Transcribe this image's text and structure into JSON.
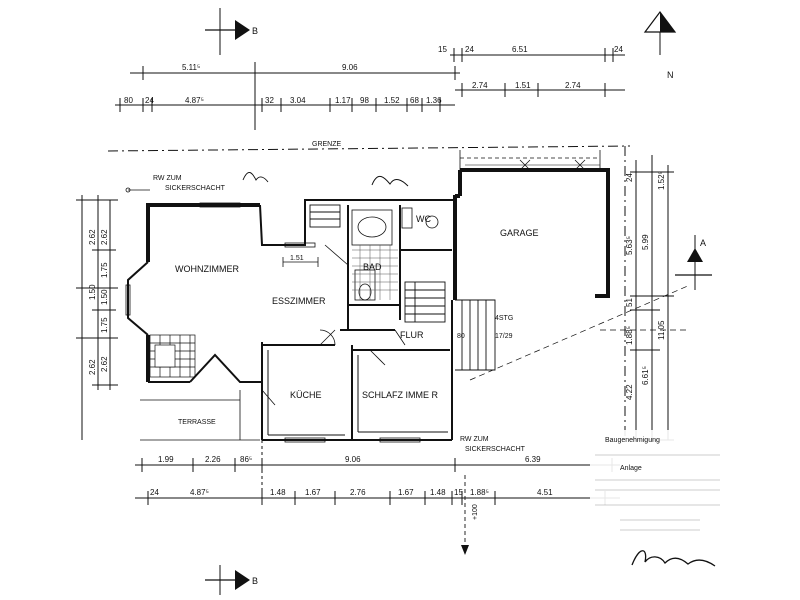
{
  "labels": {
    "grenze": "GRENZE",
    "rw_top_1": "RW ZUM",
    "rw_top_2": "SICKERSCHACHT",
    "rw_bottom_1": "RW ZUM",
    "rw_bottom_2": "SICKERSCHACHT",
    "wohnzimmer": "WOHNZIMMER",
    "esszimmer": "ESSZIMMER",
    "kueche": "KÜCHE",
    "schlafzimmer": "SCHLAFZ IMME R",
    "bad": "BAD",
    "wc": "WC",
    "flur": "FLUR",
    "garage": "GARAGE",
    "terrasse": "TERRASSE",
    "stg_1": "4STG",
    "stg_2": "17/29",
    "north": "N",
    "section_a": "A",
    "section_b": "B",
    "level": "+100"
  },
  "dimensions": {
    "top_row1": [
      "5.11⁵",
      "9.06"
    ],
    "top_row2": [
      "15",
      "24",
      "6.51",
      "24"
    ],
    "top_row3": [
      "80",
      "24",
      "4.87⁵",
      "32",
      "3.04",
      "1.17",
      "98",
      "1.52",
      "68",
      "1.36",
      "2.74",
      "1.51",
      "2.74"
    ],
    "bottom_row1": [
      "1.99",
      "2.26",
      "86⁵",
      "9.06",
      "6.39"
    ],
    "bottom_row2": [
      "24",
      "4.87⁵",
      "1.48",
      "1.67",
      "2.76",
      "1.67",
      "1.48",
      "15",
      "1.88⁵",
      "4.51"
    ],
    "left_outer": [
      "2.62",
      "1.50",
      "2.62"
    ],
    "left_inner": [
      "2.62",
      "1.75",
      "1.50",
      "1.75",
      "2.62"
    ],
    "right": [
      "24",
      "5.63⁵",
      "51",
      "1.88⁵",
      "4.22",
      "6.61⁵",
      "5.99",
      "11.05",
      "1.52⁵"
    ],
    "inner": [
      "1.51",
      "80"
    ]
  },
  "stamp": {
    "line1": "Baugenehmigung",
    "line2": "Anlage"
  }
}
